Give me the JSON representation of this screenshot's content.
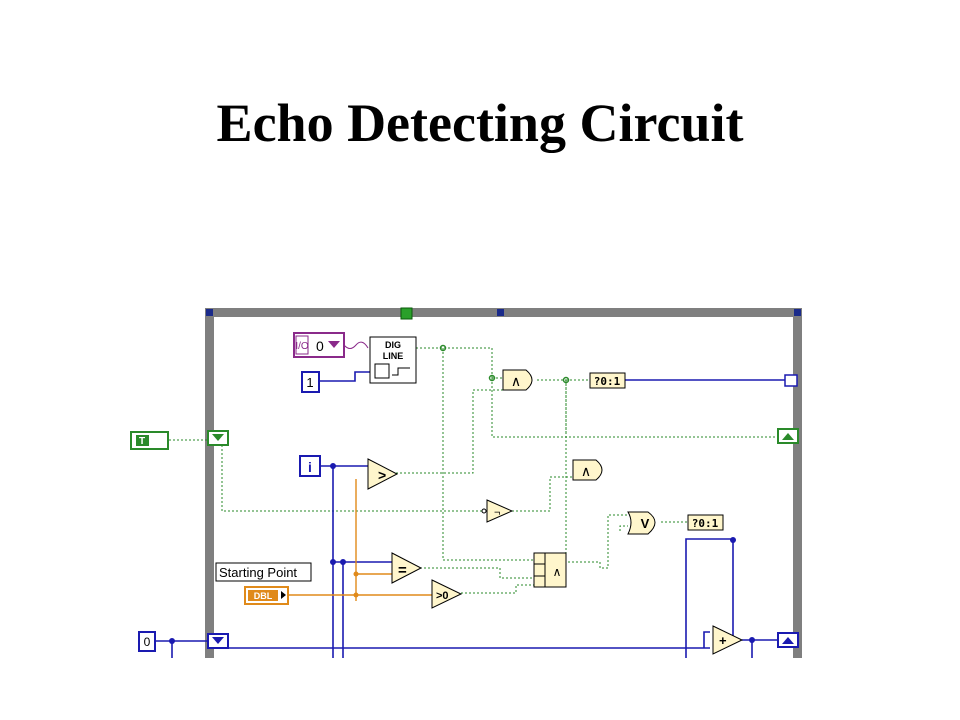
{
  "slide": {
    "title": "Echo Detecting Circuit"
  },
  "diagram": {
    "io_selector_value": "0",
    "dig_line_line1": "DIG",
    "dig_line_line2": "LINE",
    "constant_one": "1",
    "boolean_true_label": "T",
    "iteration_label": "i",
    "starting_point_label": "Starting Point",
    "dbl_label": "DBL",
    "constant_zero": "0",
    "greater_than_symbol": ">",
    "equal_symbol": "=",
    "greater_than_zero_symbol": ">0",
    "and_symbol": "∧",
    "not_symbol": "¬",
    "or_symbol": "V",
    "compound_and_symbol": "∧",
    "select_1_label": "?0:1",
    "select_2_label": "?0:1",
    "add_symbol": "+",
    "colors": {
      "frame": "#7f7f7f",
      "boolean_wire": "#2a8a2a",
      "integer_wire": "#1a1ab0",
      "double_wire": "#e08a1a",
      "io_wire": "#8a2a8a"
    }
  }
}
